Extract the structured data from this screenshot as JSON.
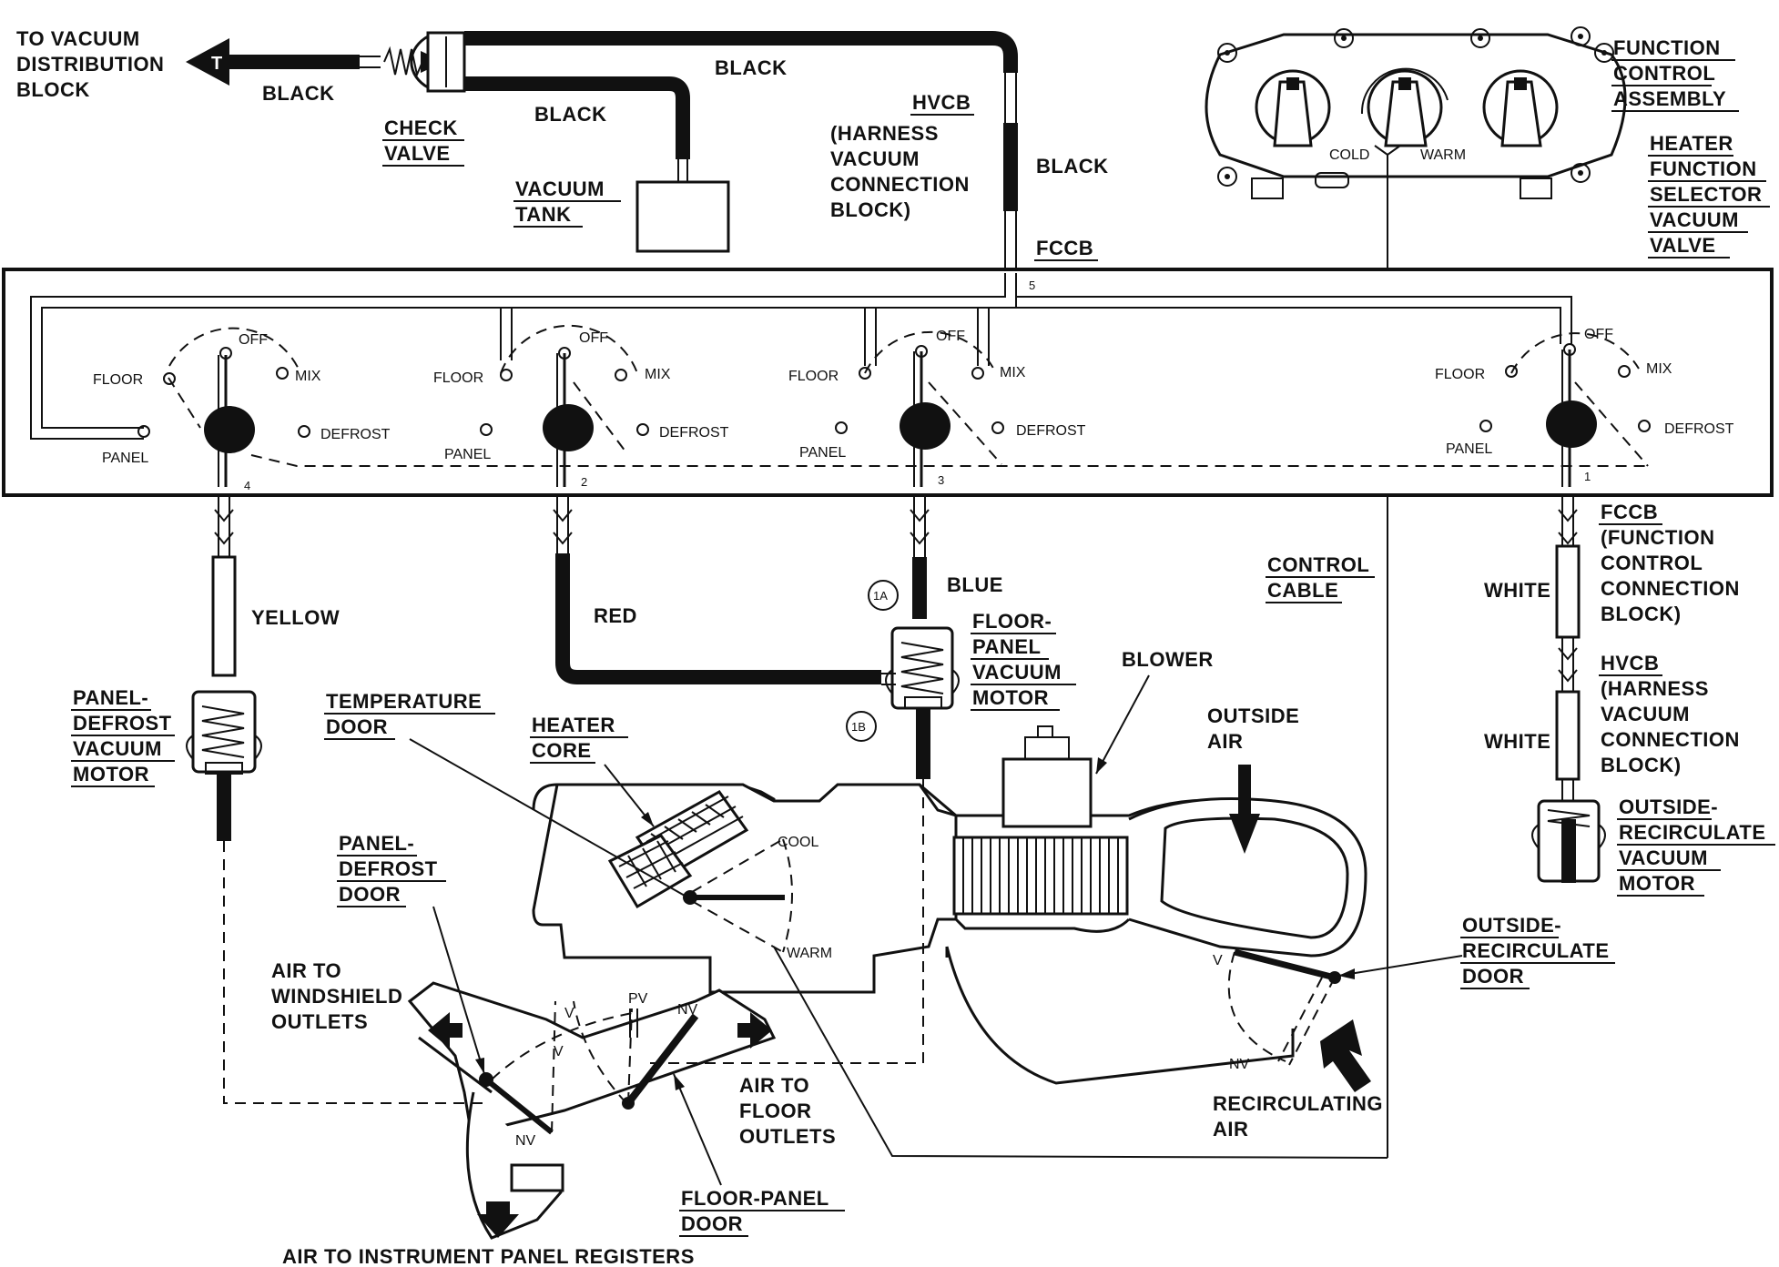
{
  "labels": {
    "to_vacuum": [
      "TO VACUUM",
      "DISTRIBUTION",
      "BLOCK"
    ],
    "t_marker": "T",
    "black_left": "BLACK",
    "black_top": "BLACK",
    "black_mid": "BLACK",
    "black_right": "BLACK",
    "check_valve": [
      "CHECK",
      "VALVE"
    ],
    "vacuum_tank": [
      "VACUUM",
      "TANK"
    ],
    "hvcb_top": "HVCB",
    "hvcb_top_desc": [
      "(HARNESS",
      "VACUUM",
      "CONNECTION",
      "BLOCK)"
    ],
    "fccb_top": "FCCB",
    "function_control": [
      "FUNCTION",
      "CONTROL",
      "ASSEMBLY"
    ],
    "heater_selector": [
      "HEATER",
      "FUNCTION",
      "SELECTOR",
      "VACUUM",
      "VALVE"
    ],
    "cold": "COLD",
    "warm_knob": "WARM",
    "port_5": "5",
    "port_4": "4",
    "port_2": "2",
    "port_3": "3",
    "port_1": "1",
    "valve_positions": {
      "floor": "FLOOR",
      "off": "OFF",
      "mix": "MIX",
      "panel": "PANEL",
      "defrost": "DEFROST"
    },
    "yellow": "YELLOW",
    "red": "RED",
    "blue": "BLUE",
    "white_upper": "WHITE",
    "white_lower": "WHITE",
    "callout_1a": "1A",
    "callout_1b": "1B",
    "fccb_right": "FCCB",
    "fccb_right_desc": [
      "(FUNCTION",
      "CONTROL",
      "CONNECTION",
      "BLOCK)"
    ],
    "hvcb_right": "HVCB",
    "hvcb_right_desc": [
      "(HARNESS",
      "VACUUM",
      "CONNECTION",
      "BLOCK)"
    ],
    "control_cable": [
      "CONTROL",
      "CABLE"
    ],
    "panel_defrost_motor": [
      "PANEL-",
      "DEFROST",
      "VACUUM",
      "MOTOR"
    ],
    "floor_panel_motor": [
      "FLOOR-",
      "PANEL",
      "VACUUM",
      "MOTOR"
    ],
    "outside_recirc_motor": [
      "OUTSIDE-",
      "RECIRCULATE",
      "VACUUM",
      "MOTOR"
    ],
    "temperature_door": [
      "TEMPERATURE",
      "DOOR"
    ],
    "heater_core": [
      "HEATER",
      "CORE"
    ],
    "blower": "BLOWER",
    "outside_air": [
      "OUTSIDE",
      "AIR"
    ],
    "cool": "COOL",
    "warm_door": "WARM",
    "panel_defrost_door": [
      "PANEL-",
      "DEFROST",
      "DOOR"
    ],
    "air_windshield": [
      "AIR TO",
      "WINDSHIELD",
      "OUTLETS"
    ],
    "air_floor": [
      "AIR TO",
      "FLOOR",
      "OUTLETS"
    ],
    "floor_panel_door": [
      "FLOOR-PANEL",
      "DOOR"
    ],
    "air_registers": "AIR TO INSTRUMENT PANEL REGISTERS",
    "outside_recirc_door": [
      "OUTSIDE-",
      "RECIRCULATE",
      "DOOR"
    ],
    "recirc_air": [
      "RECIRCULATING",
      "AIR"
    ],
    "door_v": "V",
    "door_nv": "NV",
    "door_pv": "PV"
  }
}
